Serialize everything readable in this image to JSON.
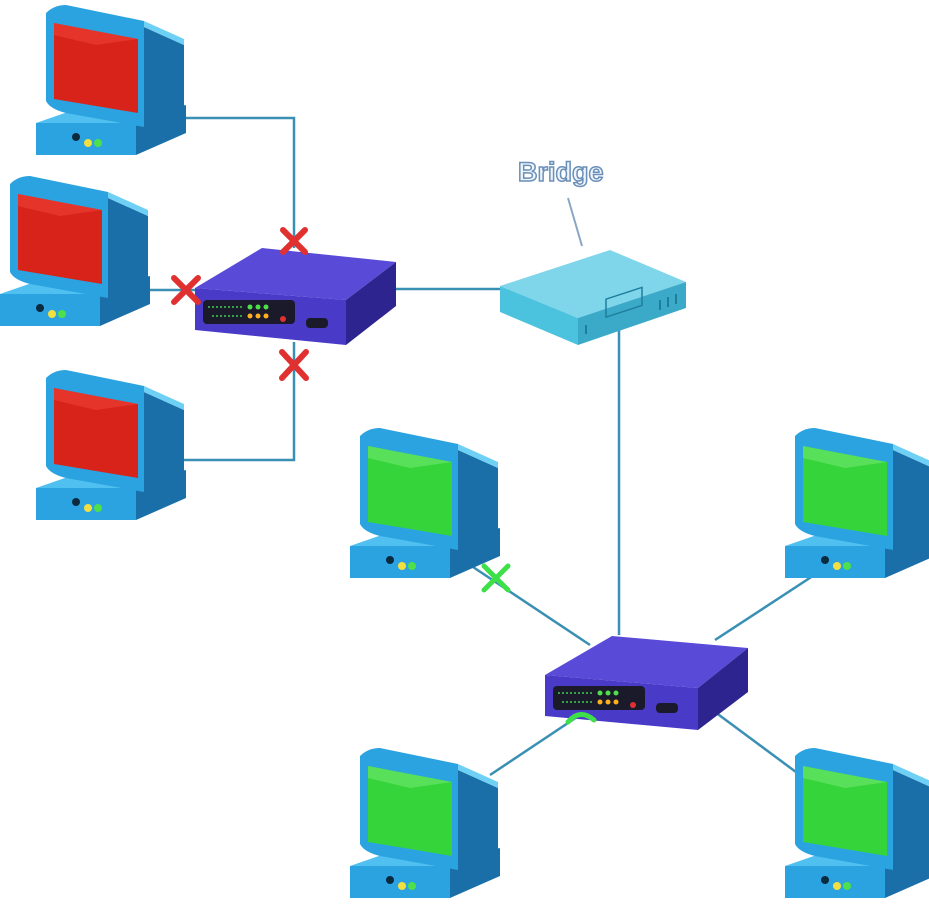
{
  "diagram": {
    "bridge_label": "Bridge",
    "colors": {
      "link": "#3a8fb5",
      "computer_body": "#2aa3e0",
      "computer_dark": "#1a6fa8",
      "screen_collision": "#d8231b",
      "screen_ok": "#35d43a",
      "hub": "#4a3ac8",
      "hub_dark": "#2e2490",
      "bridge": "#4cc3de",
      "marker_collision": "#e03030",
      "marker_ok": "#3ee04a",
      "label_fill": "#eef4fb",
      "label_stroke": "#6a8fb8"
    },
    "segments": [
      {
        "name": "segment-left",
        "state": "collision",
        "computers": 3
      },
      {
        "name": "segment-right",
        "state": "ok",
        "computers": 4
      }
    ],
    "icons": {
      "computer": "computer-icon",
      "hub": "hub-icon",
      "bridge": "bridge-icon",
      "collision": "collision-x-icon",
      "ok": "ok-x-icon"
    }
  }
}
